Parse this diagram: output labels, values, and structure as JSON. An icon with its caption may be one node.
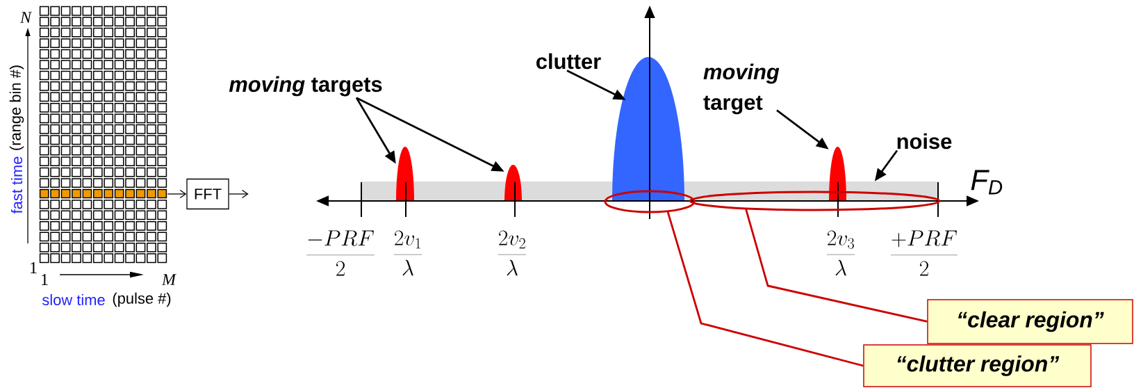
{
  "diagram": {
    "nodes": [
      {
        "text": [],
        "shape": "grid"
      },
      {
        "text": [
          "FFT"
        ]
      },
      {
        "text": [
          "*moving* targets"
        ]
      },
      {
        "text": [],
        "shape": "peak"
      },
      {
        "text": [],
        "shape": "peak"
      },
      {
        "text": [
          "clutter"
        ]
      },
      {
        "text": [],
        "shape": "peak"
      },
      {
        "text": [
          "*moving* target"
        ]
      },
      {
        "text": [],
        "shape": "peak"
      },
      {
        "text": [
          "noise"
        ]
      },
      {
        "text": [],
        "shape": "bar"
      },
      {
        "text": [],
        "shape": "ellipse"
      },
      {
        "text": [],
        "shape": "ellipse"
      },
      {
        "text": [
          "“clear region”"
        ]
      },
      {
        "text": [
          "“clutter region”"
        ]
      }
    ],
    "edges": [
      {
        "from": 0,
        "to": 1,
        "arrow": "to"
      },
      {
        "from": 1,
        "to": null,
        "arrow": "to"
      },
      {
        "from": 2,
        "to": 3,
        "arrow": "to"
      },
      {
        "from": 2,
        "to": 4,
        "arrow": "to"
      },
      {
        "from": 5,
        "to": 6,
        "arrow": "to"
      },
      {
        "from": 7,
        "to": 8,
        "arrow": "to"
      },
      {
        "from": 9,
        "to": 10,
        "arrow": "to"
      },
      {
        "from": 13,
        "to": 12,
        "arrow": "none",
        "color": "#cc0000"
      },
      {
        "from": 14,
        "to": 11,
        "arrow": "none",
        "color": "#cc0000"
      }
    ],
    "labels": [
      "N",
      "fast time",
      "(range bin #)",
      "1",
      "1",
      "M",
      "slow time",
      "(pulse #)",
      "F$_{D}$",
      "\\frac{-PRF}{2}",
      "\\frac{2v_1}{\\lambda}",
      "\\frac{2v_2}{\\lambda}",
      "\\frac{2v_3}{\\lambda}",
      "\\frac{+PRF}{2}"
    ]
  }
}
